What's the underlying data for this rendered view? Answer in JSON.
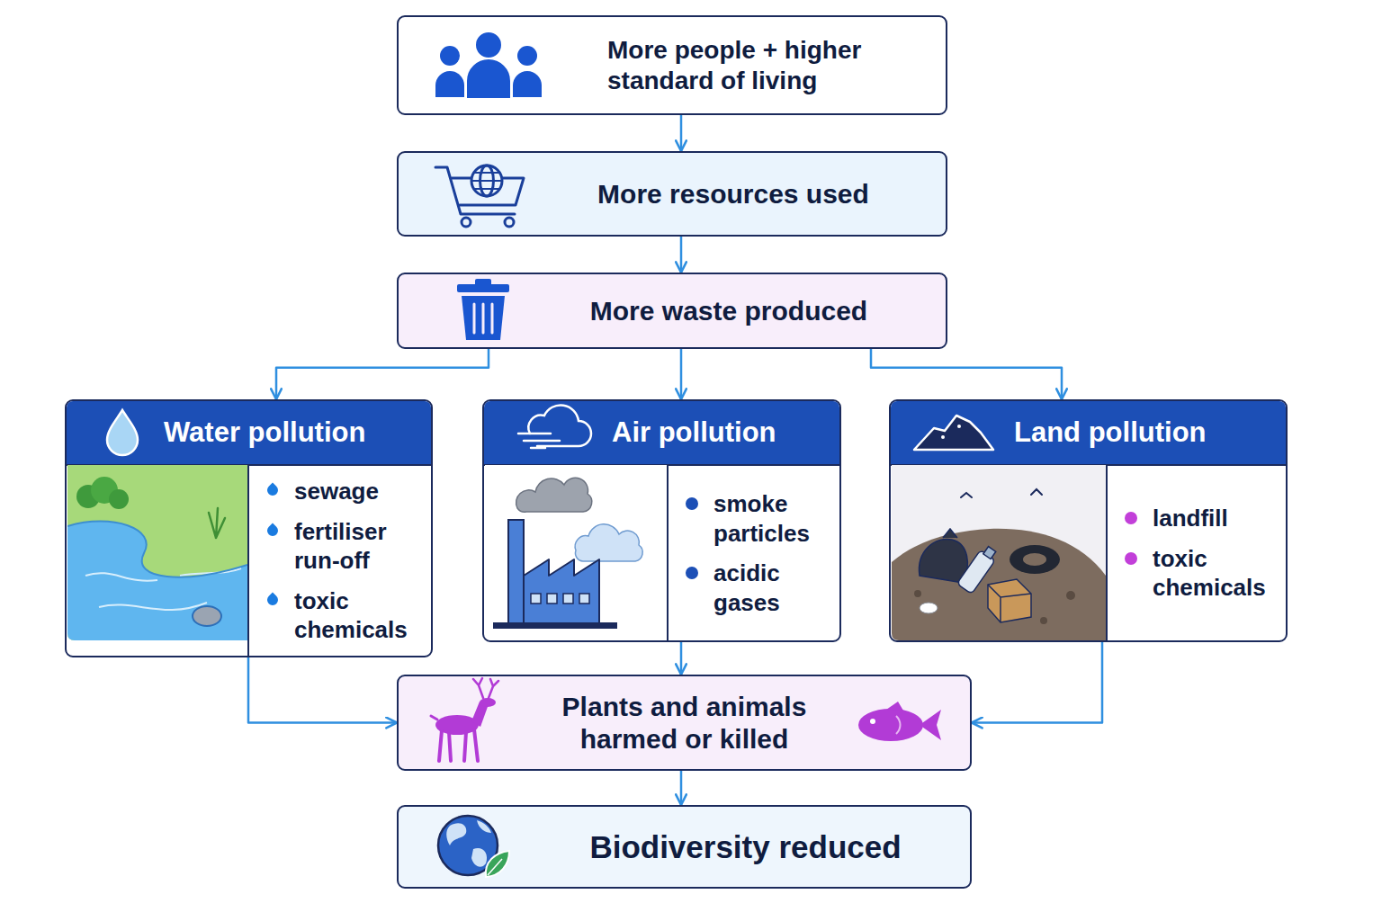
{
  "diagram": {
    "nodes": [
      {
        "text": [
          "More people + higher standard of living"
        ]
      },
      {
        "text": [
          "More resources used"
        ]
      },
      {
        "text": [
          "More waste produced"
        ]
      },
      {
        "text": [
          "Water pollution",
          "sewage",
          "fertiliser run-off",
          "toxic chemicals"
        ]
      },
      {
        "text": [
          "Air pollution",
          "smoke particles",
          "acidic gases"
        ]
      },
      {
        "text": [
          "Land pollution",
          "landfill",
          "toxic chemicals"
        ]
      },
      {
        "text": [
          "Plants and animals harmed or killed"
        ]
      },
      {
        "text": [
          "Biodiversity reduced"
        ]
      }
    ],
    "edges": [
      {
        "from": 0,
        "to": 1,
        "arrow": "to"
      },
      {
        "from": 1,
        "to": 2,
        "arrow": "to"
      },
      {
        "from": 2,
        "to": 3,
        "arrow": "to"
      },
      {
        "from": 2,
        "to": 4,
        "arrow": "to"
      },
      {
        "from": 2,
        "to": 5,
        "arrow": "to"
      },
      {
        "from": 3,
        "to": 6,
        "arrow": "to"
      },
      {
        "from": 4,
        "to": 6,
        "arrow": "to"
      },
      {
        "from": 5,
        "to": 6,
        "arrow": "to"
      },
      {
        "from": 6,
        "to": 7,
        "arrow": "to"
      }
    ]
  }
}
